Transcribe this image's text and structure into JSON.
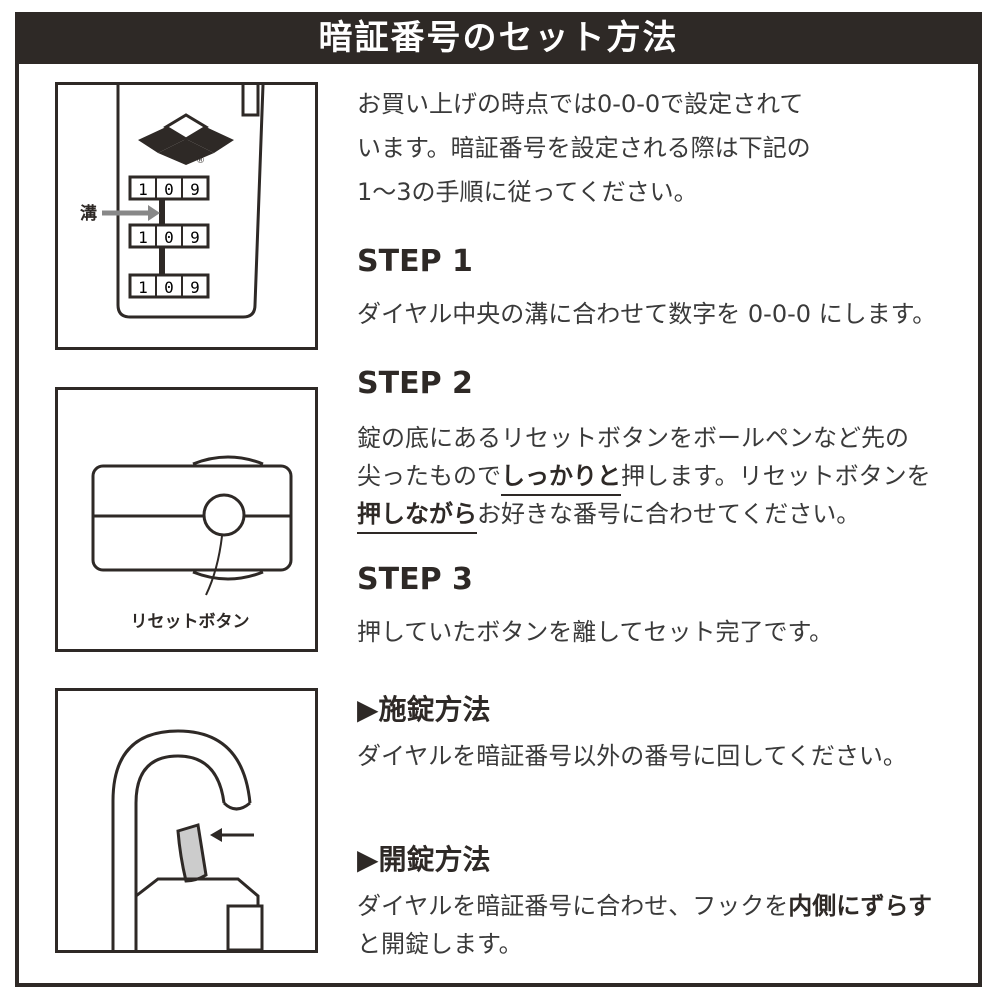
{
  "header": {
    "title": "暗証番号のセット方法"
  },
  "intro": {
    "lines": [
      "お買い上げの時点では0-0-0で設定されて",
      "います。暗証番号を設定される際は下記の",
      "1〜3の手順に従ってください。"
    ]
  },
  "step1": {
    "heading": "STEP 1",
    "text": "ダイヤル中央の溝に合わせて数字を 0-0-0 にします。"
  },
  "step2": {
    "heading": "STEP 2",
    "line1": "錠の底にあるリセットボタンをボールペンなど先の",
    "line2_a": "尖ったもので",
    "line2_b": "しっかりと",
    "line2_c": "押します。リセットボタンを",
    "line3_a": "押しながら",
    "line3_b": "お好きな番号に合わせてください。"
  },
  "step3": {
    "heading": "STEP 3",
    "text": "押していたボタンを離してセット完了です。"
  },
  "lock": {
    "heading": "▶施錠方法",
    "text": "ダイヤルを暗証番号以外の番号に回してください。"
  },
  "unlock": {
    "heading": "▶開錠方法",
    "line1_a": "ダイヤルを暗証番号に合わせ、フックを",
    "line1_b": "内側にずらす",
    "line2": "と開錠します。"
  },
  "illustration1": {
    "groove_label": "溝",
    "dials": [
      [
        "1",
        "0",
        "9"
      ],
      [
        "1",
        "0",
        "9"
      ],
      [
        "1",
        "0",
        "9"
      ]
    ],
    "registered_mark": "®"
  },
  "illustration2": {
    "reset_label": "リセットボタン"
  }
}
